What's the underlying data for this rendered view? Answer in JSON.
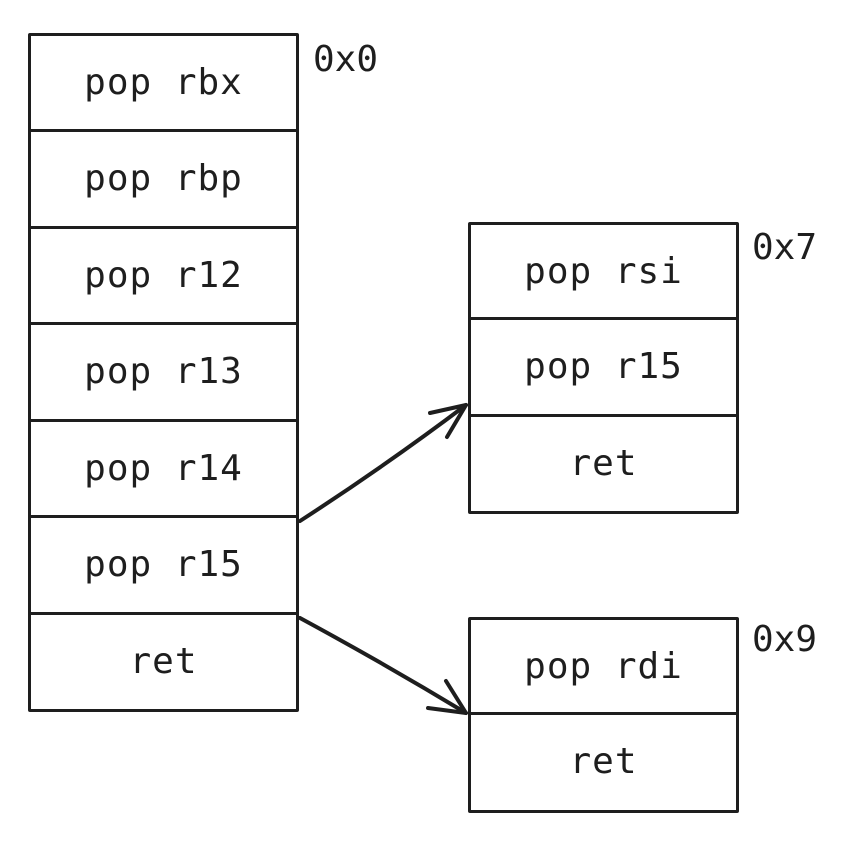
{
  "stacks": {
    "main": {
      "address": "0x0",
      "cells": [
        "pop rbx",
        "pop rbp",
        "pop r12",
        "pop r13",
        "pop r14",
        "pop r15",
        "ret"
      ]
    },
    "rsi": {
      "address": "0x7",
      "cells": [
        "pop rsi",
        "pop r15",
        "ret"
      ]
    },
    "rdi": {
      "address": "0x9",
      "cells": [
        "pop rdi",
        "ret"
      ]
    }
  },
  "colors": {
    "stroke": "#1e1e1e",
    "background": "#ffffff"
  }
}
